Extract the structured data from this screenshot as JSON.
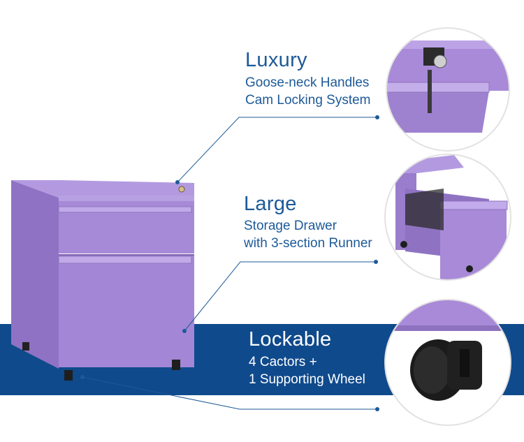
{
  "features": [
    {
      "title": "Luxury",
      "lines": [
        "Goose-neck Handles",
        "Cam Locking System"
      ]
    },
    {
      "title": "Large",
      "lines": [
        "Storage Drawer",
        "with 3-section Runner"
      ]
    },
    {
      "title": "Lockable",
      "lines": [
        "4 Cactors +",
        "1 Supporting Wheel"
      ]
    }
  ],
  "colors": {
    "band": "#0f4a8c",
    "text_dark": "#1d5a98",
    "text_light": "#ffffff",
    "cabinet": "#a88ad6",
    "cabinet_shadow": "#8c6fc0"
  }
}
